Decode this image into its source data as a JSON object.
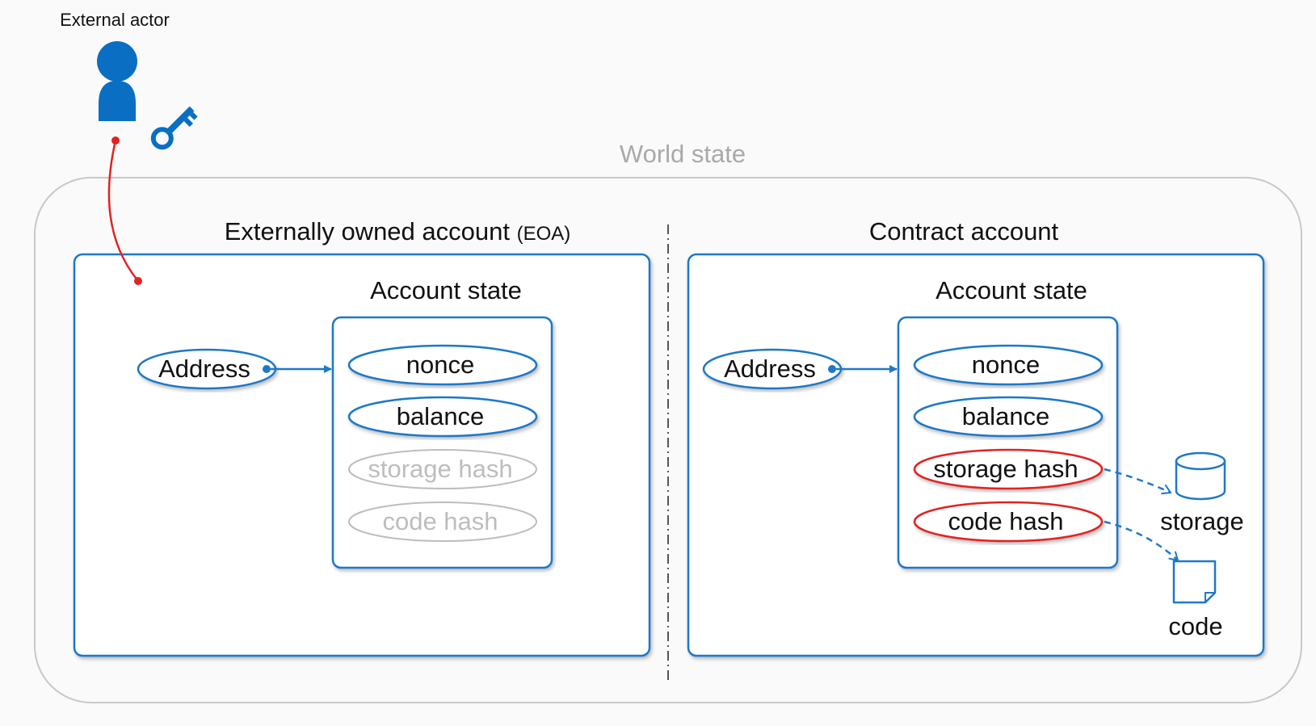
{
  "actor": {
    "label": "External actor",
    "person_icon": "person-icon",
    "key_icon": "key-icon"
  },
  "world_state": {
    "label": "World state"
  },
  "eoa": {
    "title_main": "Externally owned account",
    "title_suffix": "(EOA)",
    "account_state_title": "Account state",
    "address_label": "Address",
    "fields": {
      "nonce": "nonce",
      "balance": "balance",
      "storage_hash": "storage hash",
      "code_hash": "code hash"
    }
  },
  "contract": {
    "title": "Contract account",
    "account_state_title": "Account state",
    "address_label": "Address",
    "fields": {
      "nonce": "nonce",
      "balance": "balance",
      "storage_hash": "storage hash",
      "code_hash": "code hash"
    },
    "storage_label": "storage",
    "storage_icon": "database-cylinder-icon",
    "code_label": "code",
    "code_icon": "document-icon"
  },
  "colors": {
    "blue": "#1f78c8",
    "red": "#e32222",
    "gray": "#bdbdbd",
    "world_border": "#c8c8c8",
    "world_label": "#a9a9a9",
    "background": "#fafafa"
  }
}
